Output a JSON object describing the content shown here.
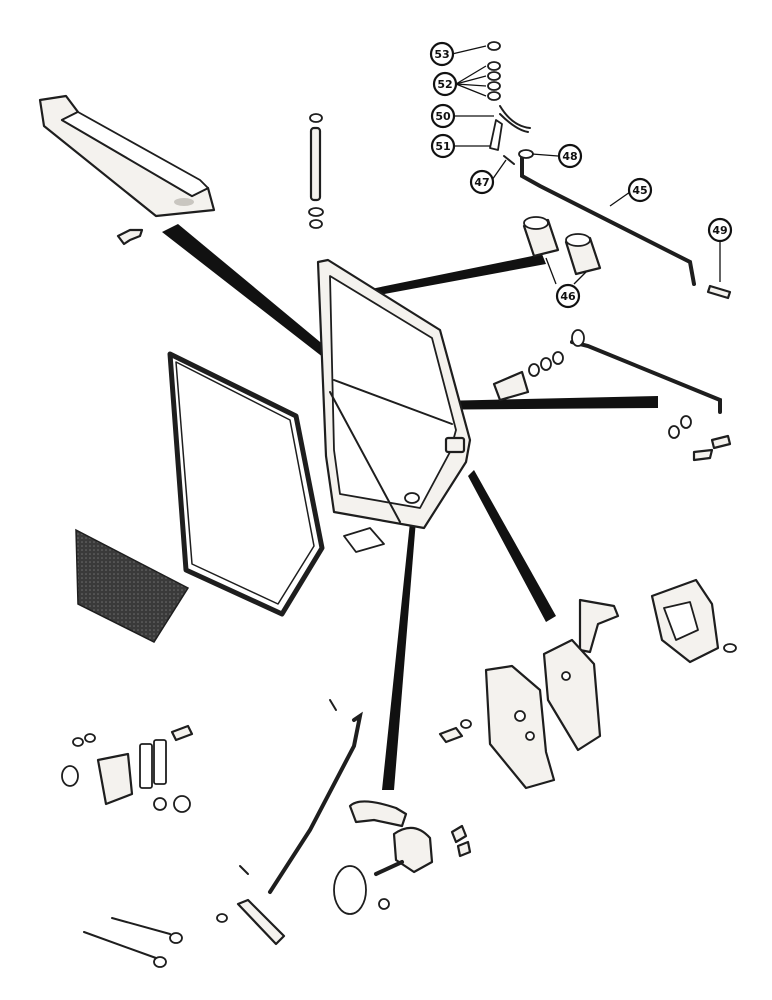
{
  "callouts": [
    {
      "id": "c53",
      "label": "53"
    },
    {
      "id": "c52",
      "label": "52"
    },
    {
      "id": "c50",
      "label": "50"
    },
    {
      "id": "c51",
      "label": "51"
    },
    {
      "id": "c48",
      "label": "48"
    },
    {
      "id": "c47",
      "label": "47"
    },
    {
      "id": "c45",
      "label": "45"
    },
    {
      "id": "c49",
      "label": "49"
    },
    {
      "id": "c46",
      "label": "46"
    }
  ]
}
